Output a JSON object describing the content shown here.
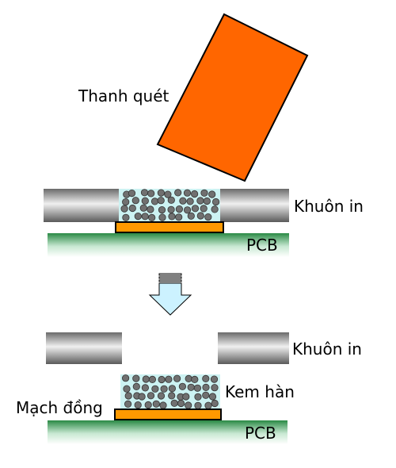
{
  "labels": {
    "squeegee": "Thanh quét",
    "stencil_top": "Khuôn in",
    "pcb_top": "PCB",
    "stencil_bottom": "Khuôn in",
    "solder_paste": "Kem hàn",
    "copper_pad": "Mạch đồng",
    "pcb_bottom": "PCB"
  },
  "colors": {
    "squeegee": "#ff6600",
    "pcb_green": "#2f8f4a",
    "copper": "#ff9900",
    "paste_bg": "#ccf2f2",
    "particle": "#707070",
    "arrow_fill": "#ccf2ff"
  }
}
